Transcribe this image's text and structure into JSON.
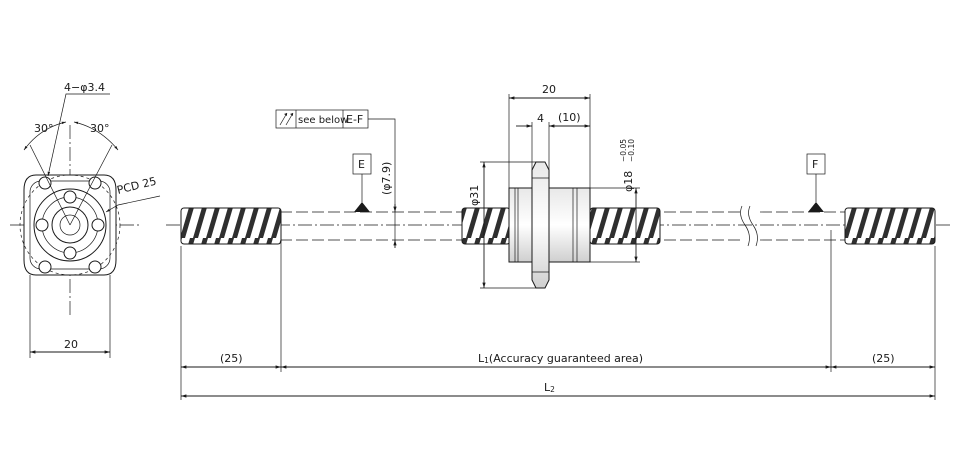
{
  "labels": {
    "holes": "4−φ3.4",
    "angle_left": "30°",
    "angle_right": "30°",
    "pcd": "PCD 25",
    "end_width": "20",
    "nut_length": "20",
    "flange_thickness": "4",
    "nut_offset": "(10)",
    "runout_tolerance_note": "see below",
    "datum_ref": "E-F",
    "datum_e": "E",
    "datum_f": "F",
    "shaft_diameter": "(φ7.9)",
    "flange_diameter": "φ31",
    "nut_diameter": "φ18",
    "nut_tol_upper": "−0.05",
    "nut_tol_lower": "−0.10",
    "left_margin": "(25)",
    "right_margin": "(25)",
    "l1_symbol": "L",
    "l1_sub": "1",
    "l1_text": "(Accuracy guaranteed area)",
    "l2_symbol": "L",
    "l2_sub": "2"
  },
  "icons": {
    "runout": "circular-runout-icon",
    "datum_marker": "triangle-datum-icon"
  },
  "colors": {
    "line": "#1a1a1a",
    "body_fill": "#ffffff",
    "dark_fill": "#2a2a2a"
  }
}
